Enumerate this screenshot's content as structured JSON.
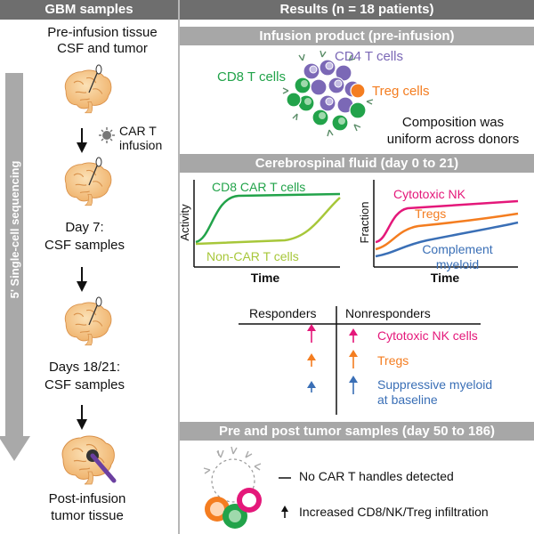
{
  "left": {
    "header": "GBM samples",
    "sequencing_label": "5' Single-cell sequencing",
    "step1": [
      "Pre-infusion tissue",
      "CSF and tumor"
    ],
    "car_infusion": [
      "CAR T",
      "infusion"
    ],
    "step2": [
      "Day 7:",
      "CSF samples"
    ],
    "step3": [
      "Days 18/21:",
      "CSF samples"
    ],
    "step4": [
      "Post-infusion",
      "tumor tissue"
    ]
  },
  "right": {
    "header": "Results (n = 18 patients)",
    "infusion": {
      "title": "Infusion product (pre-infusion)",
      "cd8_label": "CD8 T cells",
      "cd4_label": "CD4 T cells",
      "treg_label": "Treg cells",
      "note": [
        "Composition was",
        "uniform across donors"
      ]
    },
    "csf": {
      "title": "Cerebrospinal fluid (day 0 to 21)",
      "plot1": {
        "ylabel": "Activity",
        "xlabel": "Time",
        "series1": "CD8 CAR T cells",
        "series2": "Non-CAR T cells"
      },
      "plot2": {
        "ylabel": "Fraction",
        "xlabel": "Time",
        "series1": "Cytotoxic NK",
        "series2": "Tregs",
        "series3": [
          "Complement",
          "myeloid"
        ]
      },
      "table": {
        "col1": "Responders",
        "col2": "Nonresponders",
        "rows": [
          {
            "label": "Cytotoxic NK cells",
            "color": "#e4187a"
          },
          {
            "label": "Tregs",
            "color": "#f47d20"
          },
          {
            "label": [
              "Suppressive myeloid",
              "at baseline"
            ],
            "color": "#3a6fb6"
          }
        ]
      }
    },
    "tumor": {
      "title": "Pre and post tumor samples (day 50 to 186)",
      "line1": "No CAR T handles detected",
      "line2": "Increased CD8/NK/Treg infiltration"
    }
  },
  "colors": {
    "cd8_green": "#22a34a",
    "cd4_purple": "#7b68b6",
    "treg_orange": "#f47d20",
    "nk_magenta": "#e4187a",
    "myeloid_blue": "#3a6fb6",
    "noncar_yellowgreen": "#a7c73a",
    "header_dark": "#6e6e6e",
    "header_light": "#a7a7a7"
  }
}
